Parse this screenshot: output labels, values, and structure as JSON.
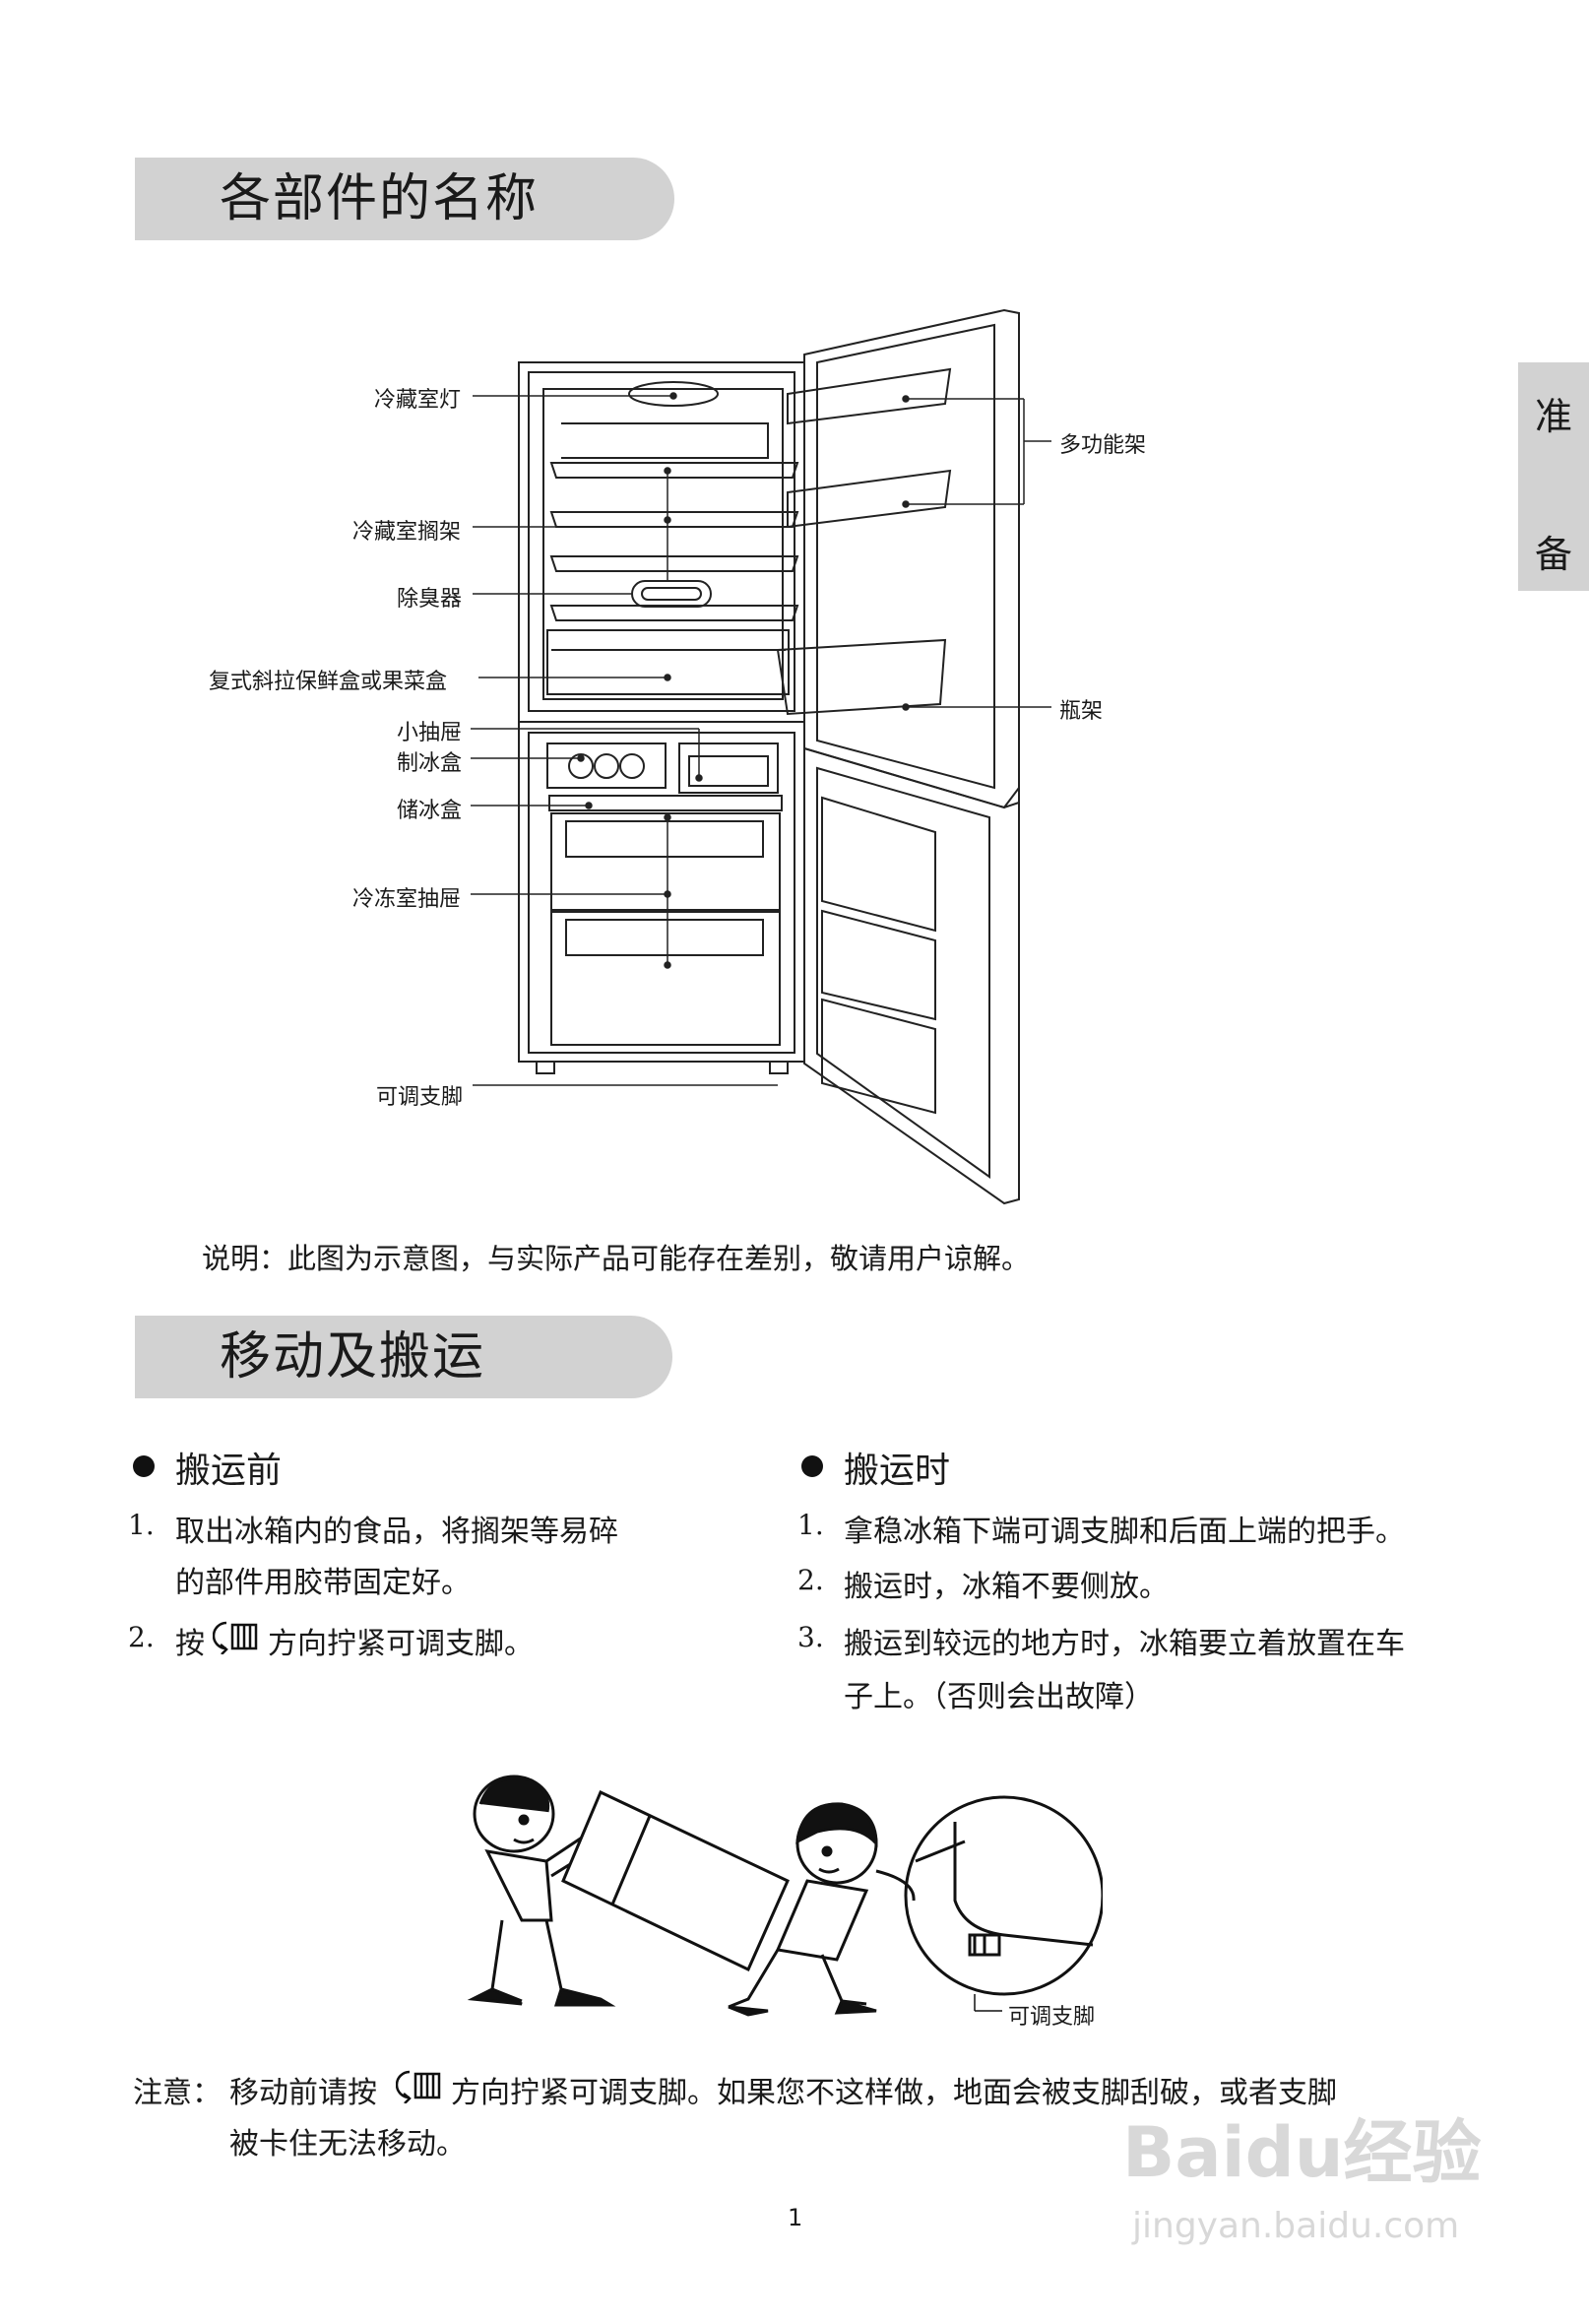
{
  "section1": {
    "title": "各部件的名称"
  },
  "side_tab": {
    "char1": "准",
    "char2": "备"
  },
  "diagram_labels": {
    "fridge_light": "冷藏室灯",
    "fridge_shelf": "冷藏室搁架",
    "deodorizer": "除臭器",
    "crisper": "复式斜拉保鲜盒或果菜盒",
    "small_drawer": "小抽屉",
    "ice_maker": "制冰盒",
    "ice_storage": "储冰盒",
    "freezer_drawer": "冷冻室抽屉",
    "adjustable_feet": "可调支脚",
    "multi_shelf": "多功能架",
    "bottle_rack": "瓶架"
  },
  "note1": "说明：此图为示意图，与实际产品可能存在差别，敬请用户谅解。",
  "section2": {
    "title": "移动及搬运"
  },
  "before": {
    "heading": "搬运前",
    "items": [
      {
        "num": "1.",
        "line1": "取出冰箱内的食品，将搁架等易碎",
        "line2": "的部件用胶带固定好。"
      },
      {
        "num": "2.",
        "pre": "按",
        "post": "方向拧紧可调支脚。"
      }
    ]
  },
  "during": {
    "heading": "搬运时",
    "items": [
      {
        "num": "1.",
        "line1": "拿稳冰箱下端可调支脚和后面上端的把手。"
      },
      {
        "num": "2.",
        "line1": "搬运时，冰箱不要侧放。"
      },
      {
        "num": "3.",
        "line1": "搬运到较远的地方时，冰箱要立着放置在车",
        "line2": "子上。（否则会出故障）"
      }
    ]
  },
  "illustration_label": "可调支脚",
  "caution": {
    "prefix": "注意：",
    "pre": "移动前请按",
    "post": "方向拧紧可调支脚。如果您不这样做，地面会被支脚刮破，或者支脚",
    "line2": "被卡住无法移动。"
  },
  "page_number": "1",
  "watermark": {
    "brand": "Baidu经验",
    "url": "jingyan.baidu.com"
  }
}
